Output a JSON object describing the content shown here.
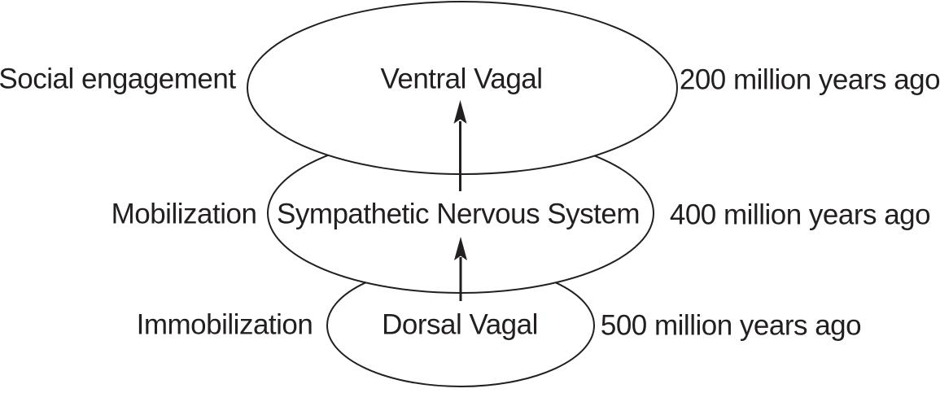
{
  "diagram": {
    "type": "stacked-ellipse-evolution-diagram",
    "levels": [
      {
        "id": "ventral-vagal",
        "left_label": "Social engagement",
        "core_label": "Ventral Vagal",
        "right_label": "200 million years ago"
      },
      {
        "id": "sympathetic-nervous-system",
        "left_label": "Mobilization",
        "core_label": "Sympathetic Nervous System",
        "right_label": "400 million years ago"
      },
      {
        "id": "dorsal-vagal",
        "left_label": "Immobilization",
        "core_label": "Dorsal Vagal",
        "right_label": "500 million years ago"
      }
    ],
    "arrows": [
      {
        "id": "dorsal-to-sympathetic",
        "direction": "up"
      },
      {
        "id": "sympathetic-to-ventral",
        "direction": "up"
      }
    ],
    "colors": {
      "ink": "#231f20",
      "background": "#ffffff"
    }
  }
}
